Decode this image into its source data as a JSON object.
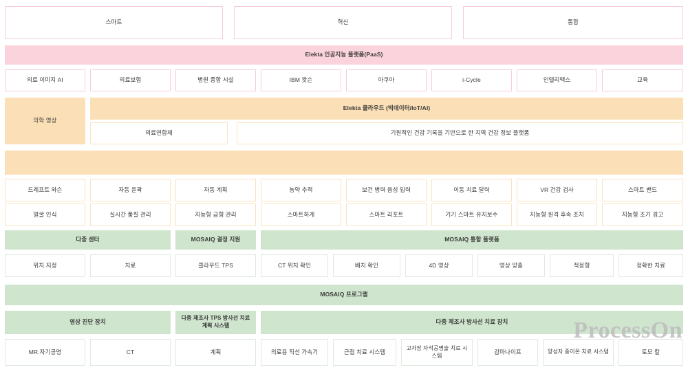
{
  "diagram": {
    "title_row": {
      "items": [
        {
          "label": "스마트"
        },
        {
          "label": "혁신"
        },
        {
          "label": "통합"
        }
      ]
    },
    "paas_band": {
      "label": "Elekta 인공지능 플랫폼(PaaS)"
    },
    "paas_items": [
      {
        "label": "의료 이미지 AI"
      },
      {
        "label": "의료보험"
      },
      {
        "label": "병원 종합 시설"
      },
      {
        "label": "IBM 왓슨"
      },
      {
        "label": "아쿠아"
      },
      {
        "label": "i-Cycle"
      },
      {
        "label": "인텔리맥스"
      },
      {
        "label": "교육"
      }
    ],
    "medical_imaging": {
      "label": "의학 영상"
    },
    "cloud_band": {
      "label": "Elekta 클라우드    (빅데이터/IoT/AI)"
    },
    "cloud_items": [
      {
        "label": "의료연합체"
      },
      {
        "label": "기원적인 건강 기록을 기반으로 한 지역 건강 정보 플랫폼"
      }
    ],
    "orange_spacer_band": {
      "label": ""
    },
    "ai_grid_row1": [
      {
        "label": "드레프트 와슨"
      },
      {
        "label": "자동 윤곽"
      },
      {
        "label": "자동 계획"
      },
      {
        "label": "농약 추적"
      },
      {
        "label": "보건 병력 음성 입력"
      },
      {
        "label": "이동 치료 달력"
      },
      {
        "label": "VR 건강 검사"
      },
      {
        "label": "스마트 밴드"
      }
    ],
    "ai_grid_row2": [
      {
        "label": "얼굴 인식"
      },
      {
        "label": "실시간 품질 관리"
      },
      {
        "label": "지능형 금형 관리"
      },
      {
        "label": "스마트하게"
      },
      {
        "label": "스마트 리포트"
      },
      {
        "label": "기기 스마트 유지보수"
      },
      {
        "label": "지능형 원격 후속 조치"
      },
      {
        "label": "지능형 조기 경고"
      }
    ],
    "mosaiq_bands": [
      {
        "label": "다중 센터"
      },
      {
        "label": "MOSAIQ 결정 지원"
      },
      {
        "label": "MOSAIQ 통합 플랫폼"
      }
    ],
    "mosaiq_items": [
      {
        "label": "위치 지정"
      },
      {
        "label": "치료"
      },
      {
        "label": "클라우드 TPS"
      },
      {
        "label": "CT 위치 확인"
      },
      {
        "label": "배치 확인"
      },
      {
        "label": "4D 영상"
      },
      {
        "label": "영상 맞춤"
      },
      {
        "label": "적응형"
      },
      {
        "label": "정확한 치료"
      }
    ],
    "mosaiq_program_band": {
      "label": "MOSAIQ 프로그램"
    },
    "device_bands": [
      {
        "label": "영상 진단 장치"
      },
      {
        "label": "다중 제조사 TPS 방사선 치료 계획 시스템"
      },
      {
        "label": "다중 제조사 방사선 치료 장치"
      }
    ],
    "device_items": [
      {
        "label": "MR.자기공명"
      },
      {
        "label": "CT"
      },
      {
        "label": "계획"
      },
      {
        "label": "의료용 직선 가속기"
      },
      {
        "label": "근접 치료 시스템"
      },
      {
        "label": "고자장 자석공명술 치료 시스템"
      },
      {
        "label": "감마나이프"
      },
      {
        "label": "양성자 중이온 치료 시스템"
      },
      {
        "label": "토모 칼"
      }
    ],
    "watermark": {
      "label": "ProcessOn"
    },
    "colors": {
      "pink_band": "#fbd3dc",
      "pink_border": "#f6cdd6",
      "orange_band": "#fbdfb6",
      "orange_border": "#fae2c1",
      "green_band": "#cfe5cd",
      "green_border": "#dfe9df",
      "text": "#3b3b3b",
      "watermark": "#bdbdbd"
    }
  }
}
